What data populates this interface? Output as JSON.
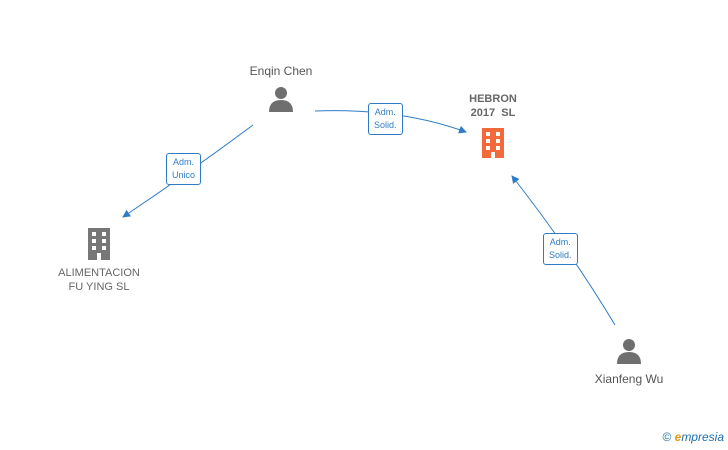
{
  "nodes": {
    "enqin": {
      "name": "Enqin Chen",
      "type": "person"
    },
    "hebron": {
      "line1": "HEBRON",
      "line2": "2017  SL",
      "type": "company",
      "highlight": "#f26a3a"
    },
    "alimentacion": {
      "line1": "ALIMENTACION",
      "line2": "FU YING SL",
      "type": "company",
      "color": "#777777"
    },
    "xianfeng": {
      "name": "Xianfeng Wu",
      "type": "person"
    }
  },
  "edges": [
    {
      "from": "enqin",
      "to": "hebron",
      "label1": "Adm.",
      "label2": "Solid."
    },
    {
      "from": "enqin",
      "to": "alimentacion",
      "label1": "Adm.",
      "label2": "Unico"
    },
    {
      "from": "xianfeng",
      "to": "hebron",
      "label1": "Adm.",
      "label2": "Solid."
    }
  ],
  "colors": {
    "edge": "#2f7cc5",
    "person_icon": "#6f6f6f",
    "company_icon": "#777777",
    "main_company_icon": "#f26a3a"
  },
  "footer": {
    "copyright": "©",
    "brand_initial": "e",
    "brand_rest": "mpresia"
  }
}
